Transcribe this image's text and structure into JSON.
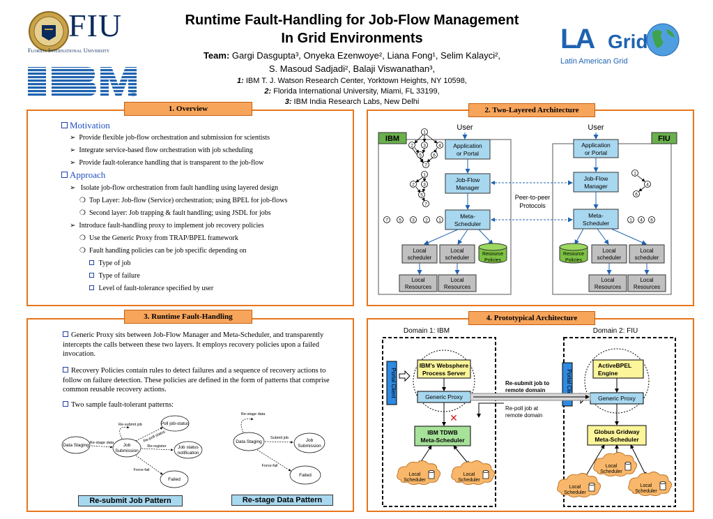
{
  "header": {
    "title_line1": "Runtime Fault-Handling for Job-Flow Management",
    "title_line2": "In Grid Environments",
    "team_label": "Team:",
    "team_line1": "Gargi Dasgupta³, Onyeka Ezenwoye², Liana Fong¹, Selim Kalayci²,",
    "team_line2": "S. Masoud Sadjadi², Balaji Viswanathan³,",
    "aff1_num": "1:",
    "aff1": "IBM T. J. Watson Research Center, Yorktown Heights, NY  10598,",
    "aff2_num": "2:",
    "aff2": "Florida International University, Miami, FL 33199,",
    "aff3_num": "3:",
    "aff3": "IBM India Research Labs, New Delhi"
  },
  "logos": {
    "fiu_text": "FIU",
    "fiu_sub": "Florida International University",
    "ibm_text": "IBM",
    "ibm_reg": "®",
    "lagrid_la": "LA",
    "lagrid_grid": "Grid",
    "lagrid_sub": "Latin American Grid"
  },
  "overview": {
    "title": "1. Overview",
    "motivation": "Motivation",
    "m1": "Provide flexible job-flow orchestration and submission for scientists",
    "m2": "Integrate service-based flow orchestration with job scheduling",
    "m3": "Provide fault-tolerance handling that is transparent to the job-flow",
    "approach": "Approach",
    "a1": "Isolate job-flow orchestration from fault handling using layered design",
    "a1a": "Top Layer: Job-flow (Service) orchestration; using BPEL for job-flows",
    "a1b": "Second layer: Job trapping & fault handling; using JSDL for jobs",
    "a2": "Introduce fault-handling proxy to implement job recovery policies",
    "a2a": "Use the Generic Proxy from TRAP/BPEL framework",
    "a2b": "Fault handling policies can be job specific depending on",
    "t1": "Type of job",
    "t2": "Type of failure",
    "t3": "Level of fault-tolerance specified by user"
  },
  "architecture": {
    "title": "2. Two-Layered  Architecture",
    "user_left": "User",
    "user_right": "User",
    "ibm": "IBM",
    "fiu": "FIU",
    "app_portal_l1": "Application",
    "app_portal_l2": "or Portal",
    "jfm_l1": "Job-Flow",
    "jfm_l2": "Manager",
    "meta_l1": "Meta-",
    "meta_l2": "Scheduler",
    "local_l1": "Local",
    "local_l2": "scheduler",
    "res_pol_l1": "Resource",
    "res_pol_l2": "Policies",
    "local_res_l1": "Local",
    "local_res_l2": "Resources",
    "p2p_l1": "Peer-to-peer",
    "p2p_l2": "Protocols",
    "queue_left": [
      "7",
      "5",
      "3",
      "2",
      "1"
    ],
    "queue_right": [
      "1",
      "4",
      "6"
    ],
    "flow_nodes": [
      "1",
      "2",
      "3",
      "4",
      "5",
      "6",
      "7"
    ]
  },
  "fault": {
    "title": "3. Runtime Fault-Handling",
    "p1": "Generic Proxy sits between Job-Flow Manager and Meta-Scheduler, and transparently intercepts the calls between these two layers. It employs recovery policies upon a failed invocation.",
    "p2": "Recovery Policies contain rules to detect failures and a sequence of  recovery actions to follow on failure detection. These policies are defined in the form of patterns that comprise common reusable recovery actions.",
    "p3": "Two sample fault-tolerant patterns:",
    "rs_data_staging": "Data Staging",
    "rs_job_sub_l1": "Job",
    "rs_job_sub_l2": "Submission",
    "rs_poll": "Poll job-status",
    "rs_status_l1": "Job status",
    "rs_status_l2": "notification",
    "rs_failed": "Failed",
    "rs_e_resubmit": "Re-submit job",
    "rs_e_stage": "Re-stage data",
    "rs_e_poll": "Re-poll-status",
    "rs_e_register": "Re-register",
    "rs_e_force": "Force-fail",
    "rg_data_staging": "Data Staging",
    "rg_job_sub_l1": "Job",
    "rg_job_sub_l2": "Submission",
    "rg_failed": "Failed",
    "rg_e_restage": "Re-stage data",
    "rg_e_submit": "Submit job",
    "rg_e_force": "Force-fail",
    "label_resubmit": "Re-submit Job Pattern",
    "label_restage": "Re-stage Data Pattern"
  },
  "proto": {
    "title": "4. Prototypical  Architecture",
    "domain1": "Domain 1: IBM",
    "domain2": "Domain 2: FIU",
    "portal_client": "Portal Client",
    "websphere_l1": "IBM’s Websphere",
    "websphere_l2": "Process Server",
    "activebpel_l1": "ActiveBPEL",
    "activebpel_l2": "Engine",
    "generic_proxy": "Generic Proxy",
    "tdwb_l1": "IBM TDWB",
    "tdwb_l2": "Meta-Scheduler",
    "gridway_l1": "Globus Gridway",
    "gridway_l2": "Meta-Scheduler",
    "resubmit_l1": "Re-submit job to",
    "resubmit_l2": "remote domain",
    "repoll_l1": "Re-poll job at",
    "repoll_l2": "remote domain",
    "local_l1": "Local",
    "local_l2": "Scheduler"
  }
}
